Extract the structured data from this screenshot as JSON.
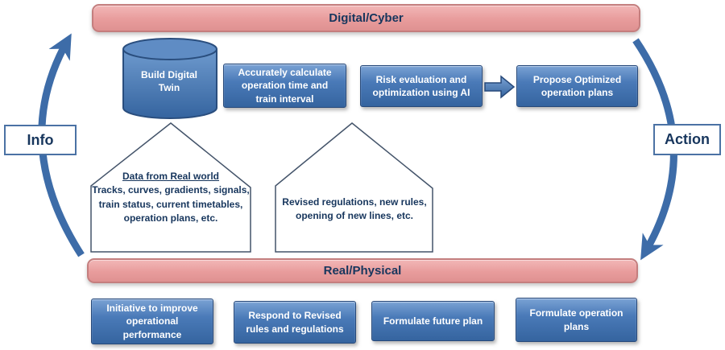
{
  "diagram": {
    "top_bar": "Digital/Cyber",
    "bottom_bar": "Real/Physical",
    "left_label": "Info",
    "right_label": "Action",
    "cylinder_label": "Build Digital Twin",
    "digital_row": [
      "Accurately calculate operation time and train interval",
      "Risk evaluation and optimization using AI",
      "Propose Optimized operation plans"
    ],
    "physical_row": [
      "Initiative to improve operational performance",
      "Respond to Revised rules and regulations",
      "Formulate future plan",
      "Formulate operation plans"
    ],
    "callouts": [
      {
        "title": "Data from Real world",
        "body": "Tracks, curves, gradients, signals, train status, current timetables, operation plans, etc."
      },
      {
        "title": "",
        "body": "Revised regulations, new rules, opening of new lines, etc."
      }
    ],
    "icons": {
      "flow_arrow": "right-block-arrow",
      "info_cycle": "curved-up-arrow",
      "action_cycle": "curved-down-arrow",
      "cylinder": "database-cylinder"
    },
    "colors": {
      "bar_pink": "#e89c9c",
      "bar_border": "#c47e7e",
      "box_blue_dark": "#35649f",
      "box_blue_light": "#7aa2d4",
      "navy_text": "#17365d",
      "arrow_blue": "#3d6ca8",
      "callout_border": "#44546a"
    }
  }
}
